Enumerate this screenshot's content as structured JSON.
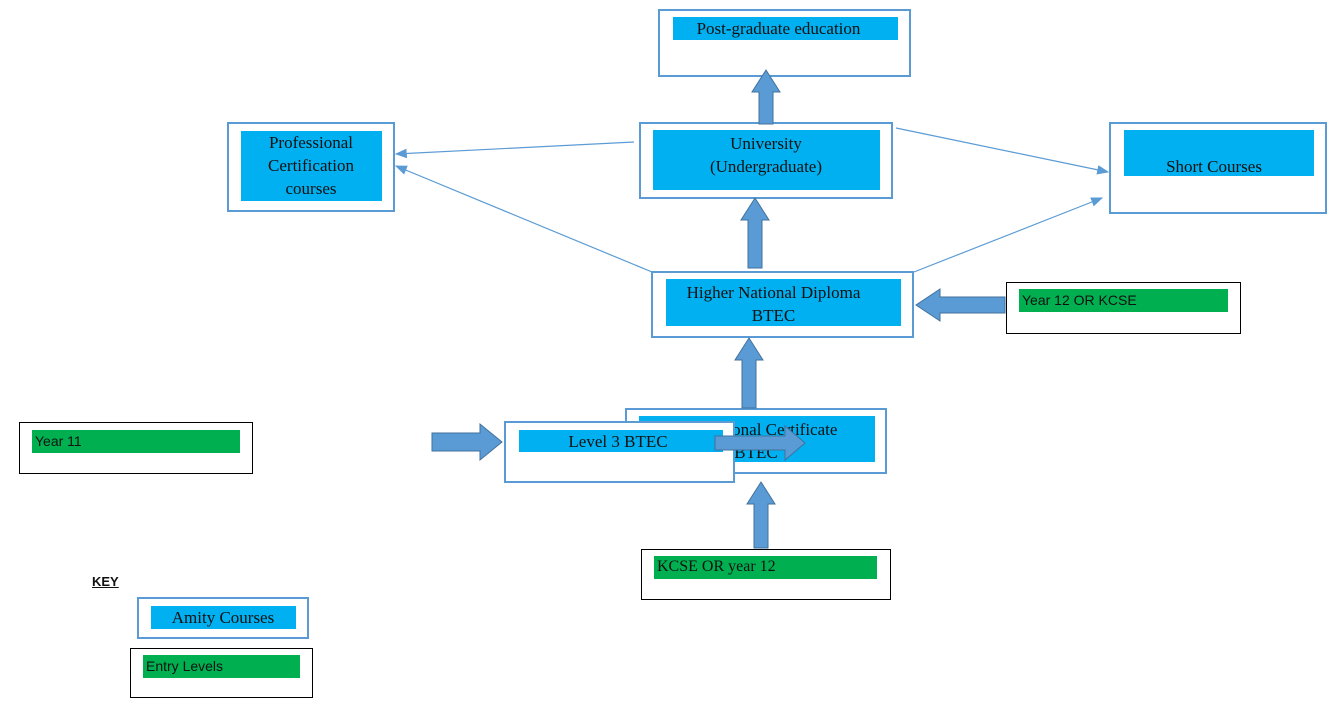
{
  "nodes": {
    "postgrad": "Post-graduate education",
    "university": "University\n(Undergraduate)",
    "professional": "Professional\nCertification\ncourses",
    "short_courses": "Short Courses",
    "hnd": "Higher National Diploma\nBTEC",
    "inc": "International Certificate\nBTEC",
    "level3": "Level 3 BTEC"
  },
  "entries": {
    "year12_kcse": "Year 12 OR KCSE",
    "year11": "Year 11",
    "kcse_year12": "KCSE OR year 12"
  },
  "key": {
    "title": "KEY",
    "amity": "Amity Courses",
    "entry": "Entry Levels"
  },
  "colors": {
    "amity_fill": "#00b0f0",
    "entry_fill": "#00b050",
    "border": "#5b9bd5",
    "arrow": "#5b9bd5"
  }
}
